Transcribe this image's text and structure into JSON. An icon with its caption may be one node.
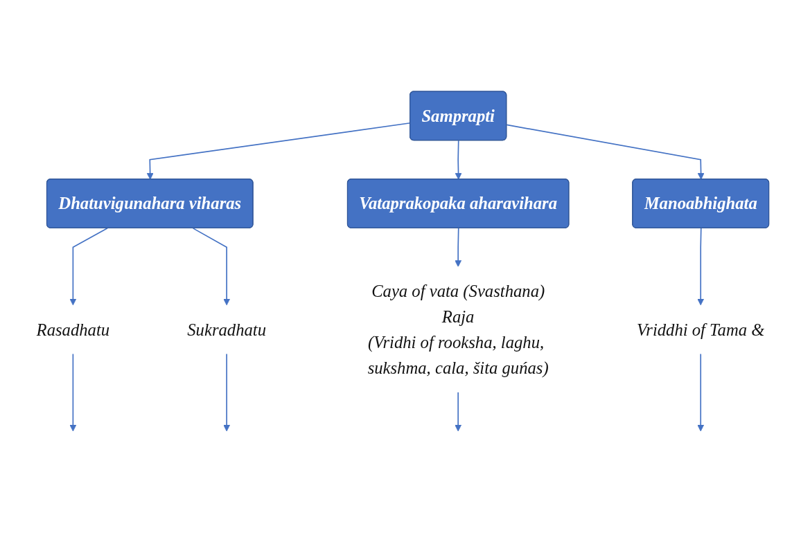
{
  "diagram": {
    "nodes": [
      {
        "text": [
          "Samprapti"
        ]
      },
      {
        "text": [
          "Dhatuvigunahara viharas"
        ]
      },
      {
        "text": [
          "Vataprakopaka aharavihara"
        ]
      },
      {
        "text": [
          "Manoabhighata"
        ]
      },
      {
        "text": [
          "Rasadhatu"
        ]
      },
      {
        "text": [
          "Sukradhatu"
        ]
      },
      {
        "text": [
          "Caya of vata (Svasthana)",
          "Raja",
          "(Vridhi of rooksha, laghu, sukshma, cala, šita guńas)"
        ]
      },
      {
        "text": [
          "Vriddhi of Tama &"
        ]
      }
    ],
    "edges": [
      {
        "from": 0,
        "to": 1,
        "arrow": "to"
      },
      {
        "from": 0,
        "to": 2,
        "arrow": "to"
      },
      {
        "from": 0,
        "to": 3,
        "arrow": "to"
      },
      {
        "from": 1,
        "to": 4,
        "arrow": "to"
      },
      {
        "from": 1,
        "to": 5,
        "arrow": "to"
      },
      {
        "from": 2,
        "to": 6,
        "arrow": "to"
      },
      {
        "from": 3,
        "to": 7,
        "arrow": "to"
      },
      {
        "from": 4,
        "to": null,
        "arrow": "to"
      },
      {
        "from": 5,
        "to": null,
        "arrow": "to"
      },
      {
        "from": 6,
        "to": null,
        "arrow": "to"
      },
      {
        "from": 7,
        "to": null,
        "arrow": "to"
      }
    ]
  }
}
